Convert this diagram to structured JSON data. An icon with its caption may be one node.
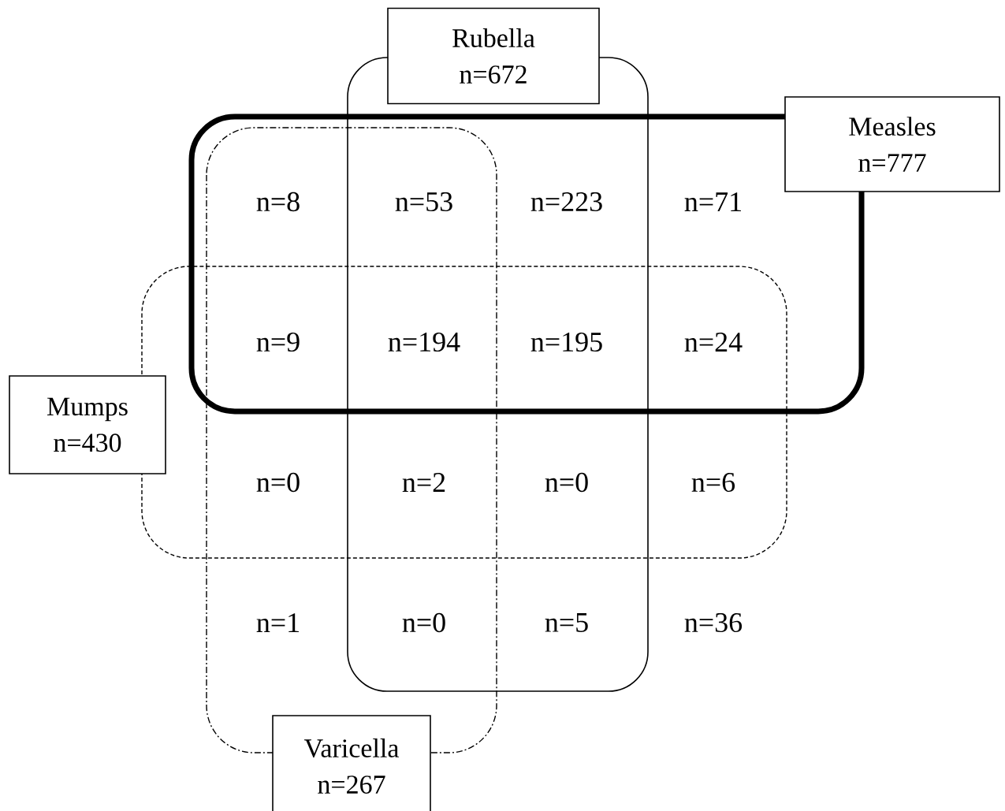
{
  "diagram": {
    "nodes": [
      {
        "text": [
          "Rubella",
          "n=672"
        ]
      },
      {
        "text": [
          "Measles",
          "n=777"
        ]
      },
      {
        "text": [
          "Mumps",
          "n=430"
        ]
      },
      {
        "text": [
          "Varicella",
          "n=267"
        ]
      }
    ],
    "labels": [
      "n=8",
      "n=53",
      "n=223",
      "n=71",
      "n=9",
      "n=194",
      "n=195",
      "n=24",
      "n=0",
      "n=2",
      "n=0",
      "n=6",
      "n=1",
      "n=0",
      "n=5",
      "n=36"
    ]
  }
}
